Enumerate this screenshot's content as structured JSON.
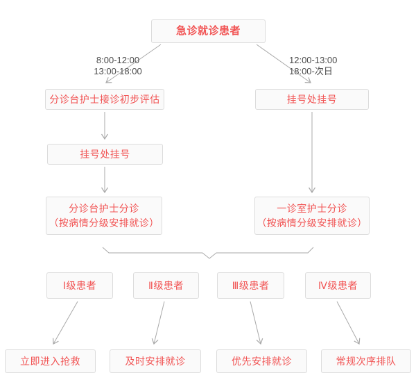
{
  "colors": {
    "accent_red": "#f15353",
    "box_border": "#dcdcdc",
    "box_background": "#fafafa",
    "connector_gray": "#a9a9a9",
    "time_label_text": "#4a4a4a"
  },
  "nodes": {
    "start": {
      "label": "急诊就诊患者"
    },
    "left_assess": {
      "label": "分诊台护士接诊初步评估"
    },
    "right_register": {
      "label": "挂号处挂号"
    },
    "left_register": {
      "label": "挂号处挂号"
    },
    "left_triage": {
      "line1": "分诊台护士分诊",
      "line2": "（按病情分级安排就诊）"
    },
    "right_triage": {
      "line1": "一诊室护士分诊",
      "line2": "（按病情分级安排就诊）"
    },
    "level1": {
      "label": "Ⅰ级患者"
    },
    "level2": {
      "label": "Ⅱ级患者"
    },
    "level3": {
      "label": "Ⅲ级患者"
    },
    "level4": {
      "label": "Ⅳ级患者"
    },
    "action1": {
      "label": "立即进入抢救"
    },
    "action2": {
      "label": "及时安排就诊"
    },
    "action3": {
      "label": "优先安排就诊"
    },
    "action4": {
      "label": "常规次序排队"
    }
  },
  "time_labels": {
    "left": {
      "line1": "8:00-12:00",
      "line2": "13:00-18:00"
    },
    "right": {
      "line1": "12:00-13:00",
      "line2": "18:00-次日"
    }
  }
}
